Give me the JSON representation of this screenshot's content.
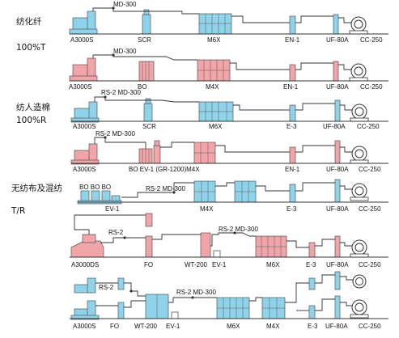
{
  "colors": {
    "blue": "#8fd3ea",
    "pink": "#f2a5a8",
    "line": "#333333",
    "edge": "#555555"
  },
  "rows": {
    "r1": {
      "label_a": "纺化纤",
      "label_b": "100%T",
      "cap_a3000s": "A3000S",
      "cap_scr": "SCR",
      "cap_m6x": "M6X",
      "cap_en1": "EN-1",
      "cap_uf80a": "UF-80A",
      "cap_cc250": "CC-250",
      "cap_md300": "MD-300"
    },
    "r2": {
      "cap_a3000s": "A3000S",
      "cap_bo": "BO",
      "cap_m4x": "M4X",
      "cap_en1": "EN-1",
      "cap_uf80a": "UF-80A",
      "cap_cc250": "CC-250",
      "cap_md300": "MD-300"
    },
    "r3": {
      "label_a": "纺人造棉",
      "label_b": "100%R",
      "cap_a3000s": "A3000S",
      "cap_scr": "SCR",
      "cap_m6x": "M6X",
      "cap_e3": "E-3",
      "cap_uf80a": "UF-80A",
      "cap_cc250": "CC-250",
      "cap_rs2md300": "RS-2 MD-300"
    },
    "r4": {
      "cap_a3000s": "A3000S",
      "cap_bo_ev1": "BO  EV-1 (GR-1200)M4X",
      "cap_en1": "EN-1",
      "cap_uf80a": "UF-80A",
      "cap_cc250": "CC-250",
      "cap_rs2md300": "RS-2 MD-300"
    },
    "r5": {
      "label_a": "无纺布及混纺",
      "label_b": "T/R",
      "cap_bo_list": "BO BO BO",
      "cap_ev1": "EV-1",
      "cap_rs2md300": "RS-2  MD-300",
      "cap_m4x": "M4X",
      "cap_e3": "E-3",
      "cap_uf80a": "UF-80A",
      "cap_cc250": "CC-250"
    },
    "r6": {
      "cap_a3000ds": "A3000DS",
      "cap_fo": "FO",
      "cap_rs2": "RS-2",
      "cap_wt200": "WT-200",
      "cap_ev1": "EV-1",
      "cap_rs2md300": "RS-2 MD-300",
      "cap_m6x": "M6X",
      "cap_e3": "E-3",
      "cap_uf80a": "UF-80A",
      "cap_cc250": "CC-250"
    },
    "r7": {
      "cap_a3000s": "A3000S",
      "cap_fo": "FO",
      "cap_rs2": "RS-2",
      "cap_wt200": "WT-200",
      "cap_ev1": "EV-1",
      "cap_rs2md300": "RS-2 MD-300",
      "cap_m6x": "M6X",
      "cap_m4x": "M4X",
      "cap_e3": "E-3",
      "cap_uf80a": "UF-80A",
      "cap_cc250": "CC-250"
    }
  }
}
